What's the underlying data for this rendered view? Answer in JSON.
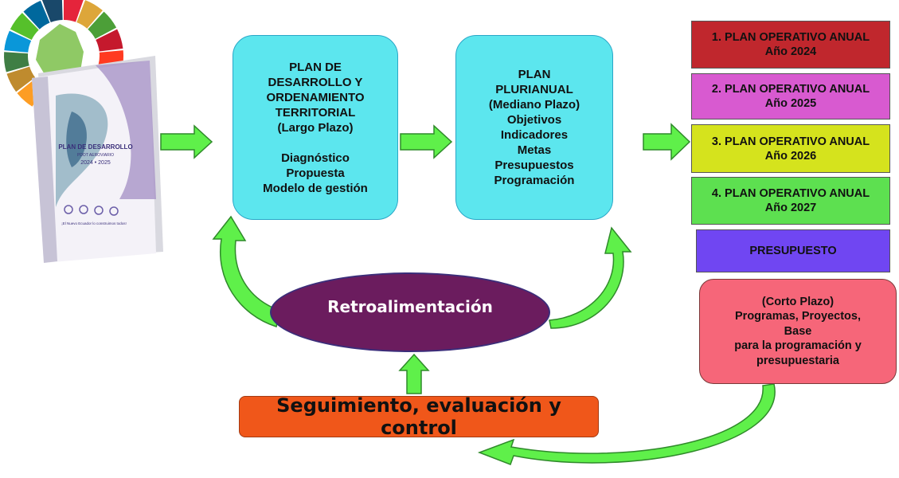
{
  "book": {
    "cover_title": "PLAN DE DESARROLLO",
    "cover_subtitle": "PDOT AEROVIARIO",
    "cover_years": "2024 • 2025",
    "cover_slogan": "¡El Nuevo Ecuador lo construimos todos!"
  },
  "boxes": {
    "pdot": "PLAN DE\nDESARROLLO Y\nORDENAMIENTO\nTERRITORIAL\n(Largo Plazo)\n\nDiagnóstico\nPropuesta\nModelo de gestión",
    "plurianual": "PLAN\nPLURIANUAL\n(Mediano Plazo)\nObjetivos\nIndicadores\nMetas\nPresupuestos\nProgramación"
  },
  "poa": [
    {
      "label": "1. PLAN OPERATIVO ANUAL\nAño 2024",
      "color": "#c0272d"
    },
    {
      "label": "2. PLAN OPERATIVO ANUAL\nAño 2025",
      "color": "#d85ad0"
    },
    {
      "label": "3. PLAN OPERATIVO ANUAL\nAño 2026",
      "color": "#d5e31d"
    },
    {
      "label": "4. PLAN OPERATIVO ANUAL\nAño 2027",
      "color": "#5de050"
    },
    {
      "label": "PRESUPUESTO",
      "color": "#7046f2"
    }
  ],
  "corto_plazo": "(Corto Plazo)\nProgramas, Proyectos,\nBase\npara la programación y\npresupuestaria",
  "retroalimentacion": "Retroalimentación",
  "seguimiento": "Seguimiento, evaluación y control",
  "colors": {
    "arrow_fill": "#5ff04a",
    "arrow_stroke": "#2f8a2a",
    "cyan_box": "#5ce6ee",
    "ellipse": "#6b1c5e",
    "seguimiento": "#f0571a",
    "corto": "#f66679"
  }
}
